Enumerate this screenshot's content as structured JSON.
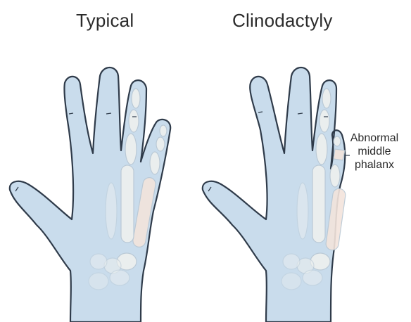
{
  "panels": [
    {
      "title": "Typical"
    },
    {
      "title": "Clinodactyly"
    }
  ],
  "annotation": {
    "lines": [
      "Abnormal",
      "middle",
      "phalanx"
    ]
  },
  "colors": {
    "skin_fill": "#c9dcec",
    "skin_stroke": "#2f3b4a",
    "bone_fill": "#eef0ef",
    "bone_highlight": "#f3e4dc",
    "bone_stroke": "#b9c8d4"
  }
}
